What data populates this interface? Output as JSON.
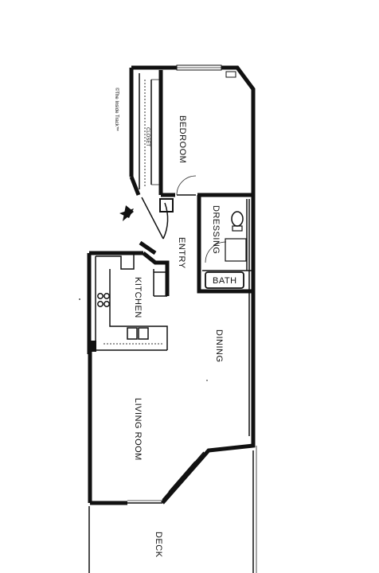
{
  "labels": {
    "bedroom": "BEDROOM",
    "closet": "CLOSET",
    "copyright": "©The Inside Track™",
    "dressing": "DRESSING",
    "entry": "ENTRY",
    "bath": "BATH",
    "kitchen": "KITCHEN",
    "dining": "DINING",
    "living_room": "LIVING ROOM",
    "deck": "DECK"
  },
  "colors": {
    "ink": "#111111",
    "paper": "#ffffff"
  }
}
